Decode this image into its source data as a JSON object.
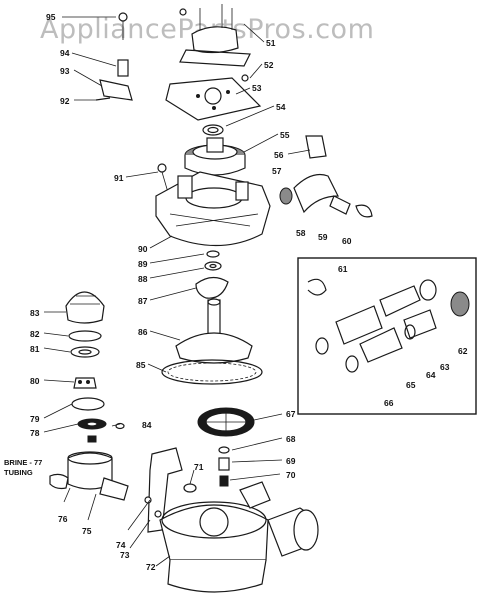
{
  "watermark": "AppliancePartsPros.com",
  "callouts": {
    "c51": "51",
    "c52": "52",
    "c53": "53",
    "c54": "54",
    "c55": "55",
    "c56": "56",
    "c57": "57",
    "c58": "58",
    "c59": "59",
    "c60": "60",
    "c61": "61",
    "c62": "62",
    "c63": "63",
    "c64": "64",
    "c65": "65",
    "c66": "66",
    "c67": "67",
    "c68": "68",
    "c69": "69",
    "c70": "70",
    "c71": "71",
    "c72": "72",
    "c73": "73",
    "c74": "74",
    "c75": "75",
    "c76": "76",
    "c78": "78",
    "c79": "79",
    "c80": "80",
    "c81": "81",
    "c82": "82",
    "c83": "83",
    "c84": "84",
    "c85": "85",
    "c86": "86",
    "c87": "87",
    "c88": "88",
    "c89": "89",
    "c90": "90",
    "c91": "91",
    "c92": "92",
    "c93": "93",
    "c94": "94",
    "c95": "95",
    "c65b": "65",
    "c61b": "61"
  },
  "brine_label": "BRINE - 77 TUBING"
}
